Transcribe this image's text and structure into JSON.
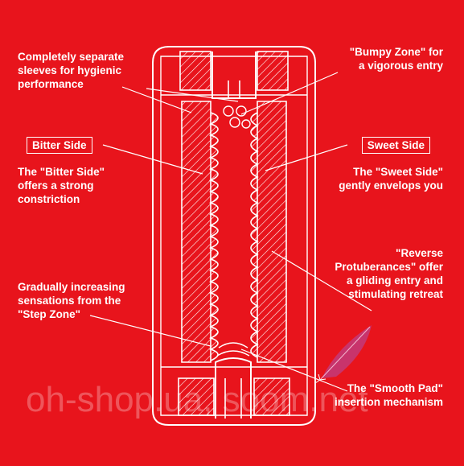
{
  "colors": {
    "background": "#e8141c",
    "ink": "#ffffff",
    "watermark": "rgba(255,255,255,0.28)",
    "feather": "#c23a7a"
  },
  "callouts": {
    "separate_sleeves": [
      "Completely separate",
      "sleeves for hygienic",
      "performance"
    ],
    "bitter_side_title": "Bitter Side",
    "bitter_side_desc": [
      "The \"Bitter Side\"",
      "offers a strong",
      "constriction"
    ],
    "step_zone": [
      "Gradually increasing",
      "sensations from the",
      "\"Step Zone\""
    ],
    "bumpy_zone": [
      "\"Bumpy Zone\" for",
      "a vigorous entry"
    ],
    "sweet_side_title": "Sweet Side",
    "sweet_side_desc": [
      "The \"Sweet Side\"",
      "gently envelops you"
    ],
    "reverse_protuberances": [
      "\"Reverse",
      "Protuberances\" offer",
      "a gliding entry and",
      "stimulating retreat"
    ],
    "smooth_pad": [
      "The \"Smooth Pad\"",
      "insertion mechanism"
    ]
  },
  "watermark": {
    "text": "oh-shop.ua, soom.net"
  },
  "icons": {
    "feather": "feather-icon"
  }
}
